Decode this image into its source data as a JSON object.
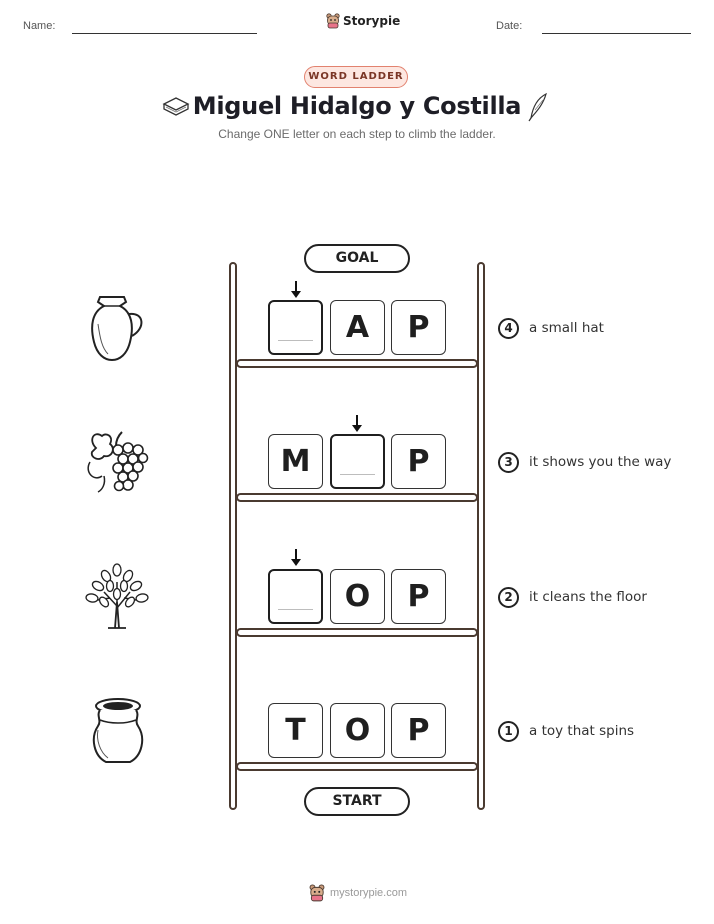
{
  "header": {
    "name_label": "Name:",
    "date_label": "Date:",
    "brand": "Storypie"
  },
  "badge": "WORD LADDER",
  "title": "Miguel Hidalgo y Costilla",
  "subtitle": "Change ONE letter on each step to climb the ladder.",
  "ladder": {
    "goal_label": "GOAL",
    "start_label": "START",
    "steps": [
      {
        "num": "4",
        "clue": "a small hat",
        "letters": [
          "",
          "A",
          "P"
        ],
        "blank_index": 0,
        "picture": "jug-icon"
      },
      {
        "num": "3",
        "clue": "it shows you the way",
        "letters": [
          "M",
          "",
          "P"
        ],
        "blank_index": 1,
        "picture": "grapes-icon"
      },
      {
        "num": "2",
        "clue": "it cleans the floor",
        "letters": [
          "",
          "O",
          "P"
        ],
        "blank_index": 0,
        "picture": "tree-icon"
      },
      {
        "num": "1",
        "clue": "a toy that spins",
        "letters": [
          "T",
          "O",
          "P"
        ],
        "blank_index": null,
        "picture": "pot-icon"
      }
    ]
  },
  "footer": "mystorypie.com"
}
